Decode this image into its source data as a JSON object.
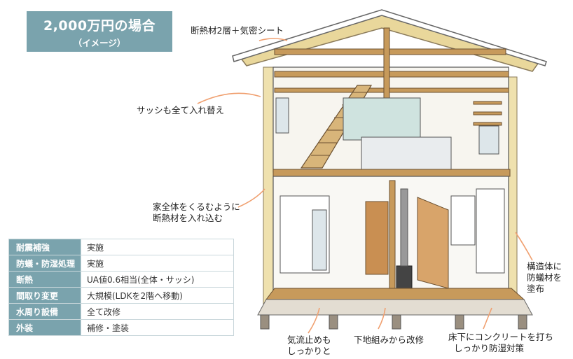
{
  "title": {
    "main": "2,000万円の場合",
    "sub": "（イメージ）"
  },
  "notes": {
    "insulation_roof": "断熱材2層＋気密シート",
    "sash": "サッシも全て入れ替え",
    "wrap_line1": "家全体をくるむように",
    "wrap_line2": "断熱材を入れ込む",
    "termite_line1": "構造体に",
    "termite_line2": "防蟻材を",
    "termite_line3": "塗布",
    "airflow_line1": "気流止めも",
    "airflow_line2": "しっかりと",
    "foundation": "下地組みから改修",
    "concrete_line1": "床下にコンクリートを打ち",
    "concrete_line2": "しっかり防湿対策"
  },
  "spec_table": [
    {
      "item": "耐震補強",
      "value": "実施"
    },
    {
      "item": "防蟻・防湿処理",
      "value": "実施"
    },
    {
      "item": "断熱",
      "value": "UA値0.6相当(全体・サッシ)"
    },
    {
      "item": "間取り変更",
      "value": "大規模(LDKを2階へ移動)"
    },
    {
      "item": "水周り設備",
      "value": "全て改修"
    },
    {
      "item": "外装",
      "value": "補修・塗装"
    }
  ],
  "colors": {
    "accent": "#7aa3ad",
    "arrow": "#f0a070",
    "wood": "#c79a5b",
    "insulation": "#e9d79b"
  }
}
